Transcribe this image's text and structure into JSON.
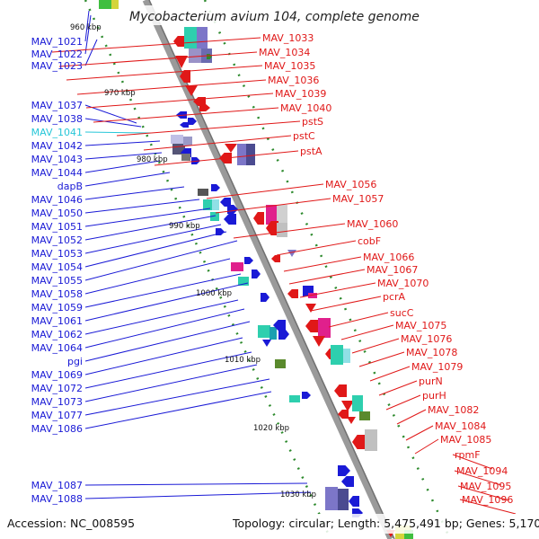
{
  "title": "Mycobacterium avium 104, complete genome",
  "footer": {
    "accession": "Accession: NC_008595",
    "topology": "Topology: circular; Length: 5,475,491 bp; Genes: 5,170"
  },
  "scale_labels": [
    "960 kbp",
    "970 kbp",
    "980 kbp",
    "990 kbp",
    "1000 kbp",
    "1010 kbp",
    "1020 kbp",
    "1030 kbp"
  ],
  "left_genes": [
    "MAV_1021",
    "MAV_1022",
    "MAV_1023",
    "MAV_1037",
    "MAV_1038",
    "MAV_1041",
    "MAV_1042",
    "MAV_1043",
    "MAV_1044",
    "dapB",
    "MAV_1046",
    "MAV_1050",
    "MAV_1051",
    "MAV_1052",
    "MAV_1053",
    "MAV_1054",
    "MAV_1055",
    "MAV_1058",
    "MAV_1059",
    "MAV_1061",
    "MAV_1062",
    "MAV_1064",
    "pgi",
    "MAV_1069",
    "MAV_1072",
    "MAV_1073",
    "MAV_1077",
    "MAV_1086",
    "MAV_1087",
    "MAV_1088"
  ],
  "highlighted_gene": "MAV_1041",
  "right_genes": [
    "MAV_1033",
    "MAV_1034",
    "MAV_1035",
    "MAV_1036",
    "MAV_1039",
    "MAV_1040",
    "pstS",
    "pstC",
    "pstA",
    "MAV_1056",
    "MAV_1057",
    "MAV_1060",
    "cobF",
    "MAV_1066",
    "MAV_1067",
    "MAV_1070",
    "pcrA",
    "sucC",
    "MAV_1075",
    "MAV_1076",
    "MAV_1078",
    "MAV_1079",
    "purN",
    "purH",
    "MAV_1082",
    "MAV_1084",
    "MAV_1085",
    "rpmF",
    "MAV_1094",
    "MAV_1095",
    "MAV_1096"
  ],
  "colors": {
    "forward_label": "#1a1ad6",
    "reverse_label": "#e01818",
    "highlight_label": "#26c6d8",
    "backbone": "#9a9a9a",
    "gc_dots": "#2d8a2d"
  }
}
